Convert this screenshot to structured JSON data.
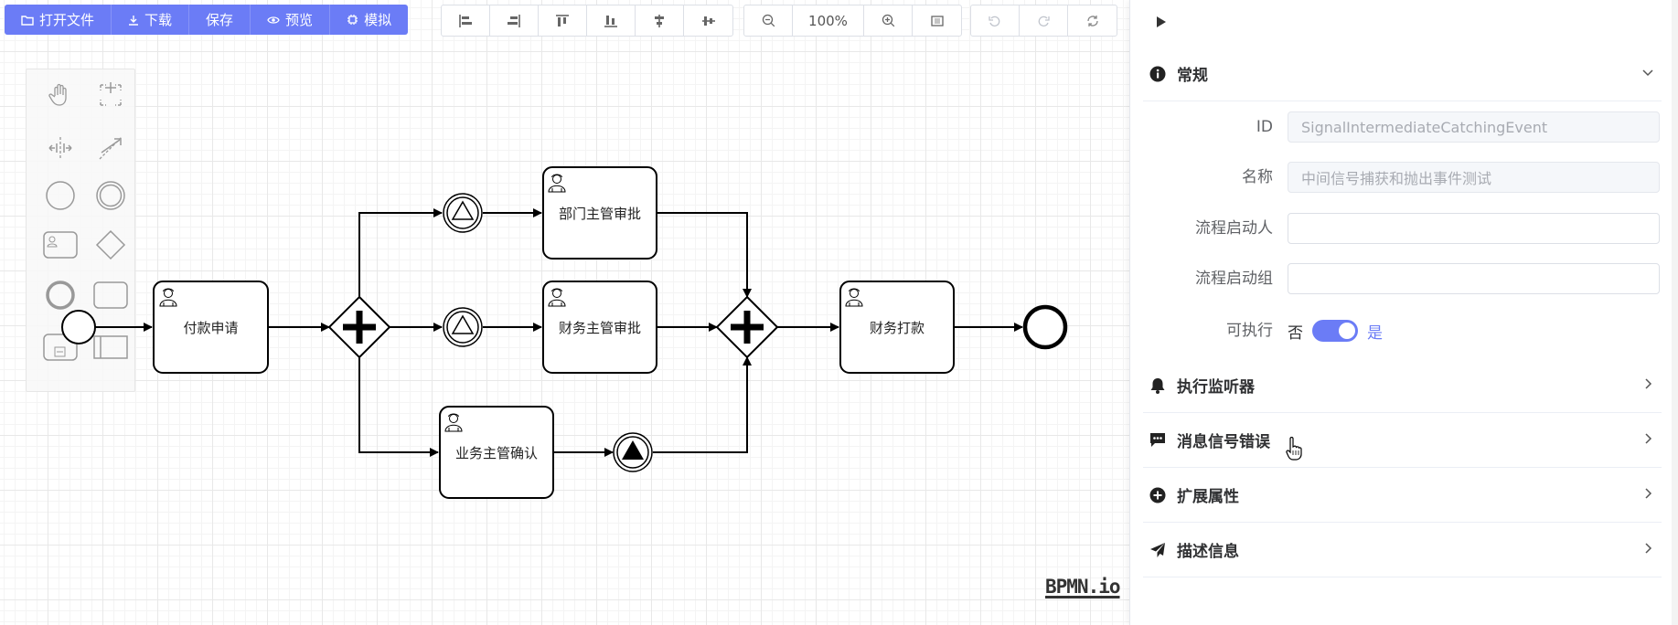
{
  "toolbar": {
    "file_group": [
      {
        "label": "打开文件",
        "icon": "folder-open-icon"
      },
      {
        "label": "下载",
        "icon": "download-icon"
      },
      {
        "label": "保存",
        "icon": ""
      },
      {
        "label": "预览",
        "icon": "eye-icon"
      },
      {
        "label": "模拟",
        "icon": "cpu-icon"
      }
    ],
    "align_group": [
      "align-left-icon",
      "align-right-icon",
      "align-top-icon",
      "align-bottom-icon",
      "align-center-icon",
      "align-middle-icon"
    ],
    "zoom": {
      "value": "100%",
      "zoom_out_icon": "zoom-out-icon",
      "zoom_in_icon": "zoom-in-icon",
      "fit_icon": "fit-view-icon"
    },
    "history_group": [
      "undo-icon",
      "redo-icon",
      "reset-icon"
    ]
  },
  "palette": {
    "tools": [
      "hand-tool-icon",
      "lasso-tool-icon",
      "space-tool-icon",
      "global-connect-icon",
      "start-event-icon",
      "intermediate-event-icon",
      "user-task-icon",
      "gateway-icon",
      "end-event-icon",
      "task-icon",
      "subprocess-icon",
      "pool-icon"
    ]
  },
  "diagram": {
    "tasks": {
      "payment_request": "付款申请",
      "dept_approval": "部门主管审批",
      "finance_approval": "财务主管审批",
      "business_confirm": "业务主管确认",
      "finance_payment": "财务打款"
    },
    "logo": "BPMN.io"
  },
  "panel": {
    "sections": {
      "general": {
        "title": "常规",
        "icon": "info-icon",
        "expanded": true
      },
      "listeners": {
        "title": "执行监听器",
        "icon": "bell-icon"
      },
      "signals": {
        "title": "消息信号错误",
        "icon": "message-icon"
      },
      "extensions": {
        "title": "扩展属性",
        "icon": "plus-circle-icon"
      },
      "description": {
        "title": "描述信息",
        "icon": "send-icon"
      }
    },
    "fields": {
      "id": {
        "label": "ID",
        "value": "SignalIntermediateCatchingEvent"
      },
      "name": {
        "label": "名称",
        "value": "中间信号捕获和抛出事件测试"
      },
      "starter": {
        "label": "流程启动人",
        "value": ""
      },
      "starter_group": {
        "label": "流程启动组",
        "value": ""
      },
      "executable": {
        "label": "可执行",
        "off_text": "否",
        "on_text": "是",
        "value": true
      }
    }
  },
  "colors": {
    "accent": "#6b7cf6"
  }
}
